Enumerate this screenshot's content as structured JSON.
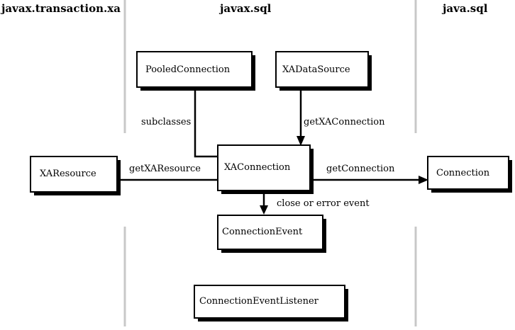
{
  "packages": {
    "left": "javax.transaction.xa",
    "center": "javax.sql",
    "right": "java.sql"
  },
  "boxes": {
    "pooled_connection": "PooledConnection",
    "xa_data_source": "XADataSource",
    "xa_resource": "XAResource",
    "xa_connection": "XAConnection",
    "connection": "Connection",
    "connection_event": "ConnectionEvent",
    "connection_event_listener": "ConnectionEventListener"
  },
  "edges": {
    "subclasses": "subclasses",
    "get_xa_connection": "getXAConnection",
    "get_xa_resource": "getXAResource",
    "get_connection": "getConnection",
    "close_or_error_event": "close or error event"
  }
}
